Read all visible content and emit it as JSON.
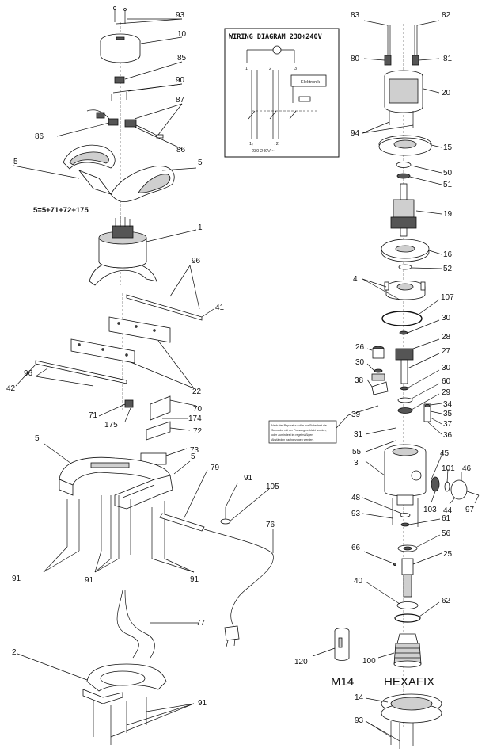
{
  "wiring_diagram": {
    "title": "WIRING DIAGRAM 230÷240V",
    "module_label": "Elektronik",
    "terminals_top": [
      "1",
      "2",
      "3"
    ],
    "terminals_bottom": [
      "1↑",
      "↓2"
    ],
    "voltage_label": "230-240V ~"
  },
  "formula": "5=5+71+72+175",
  "note_lines": [
    "Nach der Reparatur sollte zur Sicherheit die",
    "Schraube mit der Fassung verklebt werden,",
    "oder zumindest im regelmäßigen",
    "Abständen nachgezogen werden."
  ],
  "captions": {
    "m14": "M14",
    "hexafix": "HEXAFIX"
  },
  "part_numbers": {
    "p93a": "93",
    "p10": "10",
    "p85": "85",
    "p90": "90",
    "p87": "87",
    "p86a": "86",
    "p86b": "86",
    "p5a": "5",
    "p5b": "5",
    "p1": "1",
    "p96a": "96",
    "p41": "41",
    "p42": "42",
    "p96b": "96",
    "p22": "22",
    "p71": "71",
    "p175": "175",
    "p70": "70",
    "p174": "174",
    "p72": "72",
    "p73": "73",
    "p5c": "5",
    "p5d": "5",
    "p79": "79",
    "p91a": "91",
    "p105": "105",
    "p76": "76",
    "p91b": "91",
    "p91c": "91",
    "p91d": "91",
    "p77": "77",
    "p2": "2",
    "p91e": "91",
    "p83": "83",
    "p82": "82",
    "p80": "80",
    "p81": "81",
    "p20": "20",
    "p94": "94",
    "p15": "15",
    "p50": "50",
    "p51": "51",
    "p19": "19",
    "p16": "16",
    "p52": "52",
    "p4": "4",
    "p107": "107",
    "p30a": "30",
    "p26": "26",
    "p28": "28",
    "p27": "27",
    "p30b": "30",
    "p30c": "30",
    "p38": "38",
    "p60": "60",
    "p29": "29",
    "p34": "34",
    "p35": "35",
    "p37": "37",
    "p36": "36",
    "p39": "39",
    "p31": "31",
    "p55": "55",
    "p3": "3",
    "p45": "45",
    "p101": "101",
    "p46": "46",
    "p103": "103",
    "p44": "44",
    "p97": "97",
    "p48": "48",
    "p93b": "93",
    "p61": "61",
    "p56": "56",
    "p66": "66",
    "p25": "25",
    "p40": "40",
    "p62": "62",
    "p120": "120",
    "p100": "100",
    "p14": "14",
    "p93c": "93"
  }
}
